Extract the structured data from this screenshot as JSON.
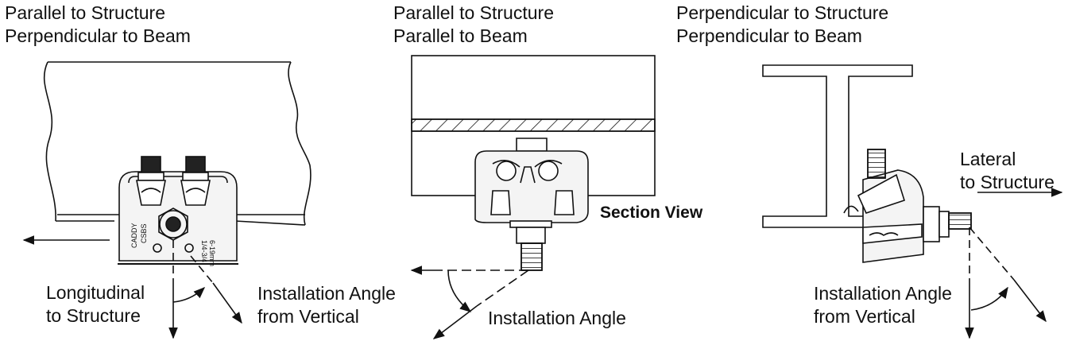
{
  "panels": [
    {
      "heading": [
        "Parallel to Structure",
        "Perpendicular to Beam"
      ],
      "labels": {
        "direction": [
          "Longitudinal",
          "to Structure"
        ],
        "angle": [
          "Installation Angle",
          "from Vertical"
        ]
      },
      "clip_marks": {
        "brand": "CADDY",
        "model": "CSBS",
        "size": "1/4-3/4",
        "size_metric": "6-19mm"
      }
    },
    {
      "heading": [
        "Parallel to Structure",
        "Parallel to Beam"
      ],
      "labels": {
        "section": "Section View",
        "angle": "Installation Angle"
      }
    },
    {
      "heading": [
        "Perpendicular to Structure",
        "Perpendicular to Beam"
      ],
      "labels": {
        "direction": [
          "Lateral",
          "to Structure"
        ],
        "angle": [
          "Installation Angle",
          "from Vertical"
        ]
      }
    }
  ],
  "colors": {
    "line": "#111111",
    "background": "#ffffff",
    "part_fill": "#f4f4f4"
  }
}
